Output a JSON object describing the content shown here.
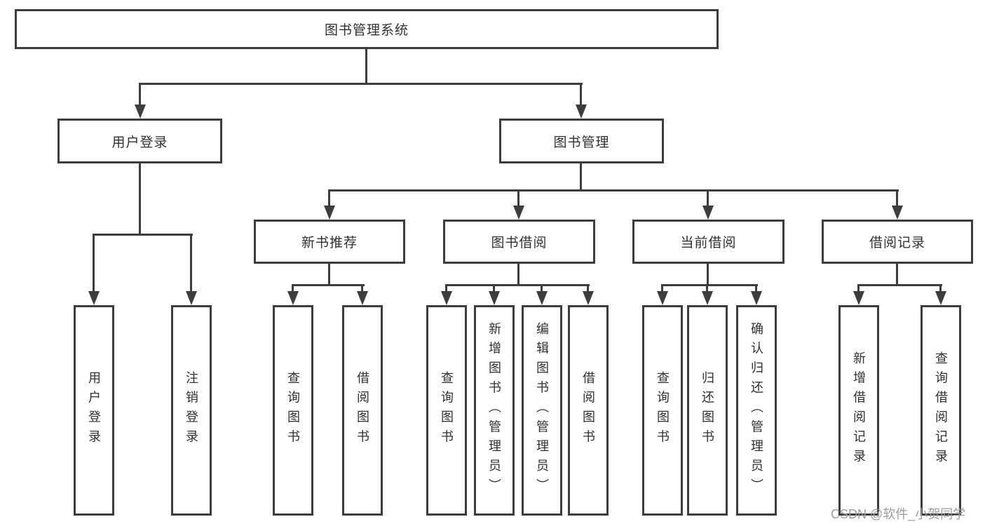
{
  "diagram": {
    "root": {
      "label": "图书管理系统"
    },
    "branches": [
      {
        "label": "用户登录",
        "children": [
          {
            "label": "用户登录"
          },
          {
            "label": "注销登录"
          }
        ]
      },
      {
        "label": "图书管理",
        "children": [
          {
            "label": "新书推荐",
            "children": [
              {
                "label": "查询图书"
              },
              {
                "label": "借阅图书"
              }
            ]
          },
          {
            "label": "图书借阅",
            "children": [
              {
                "label": "查询图书"
              },
              {
                "label": "新增图书（管理员）"
              },
              {
                "label": "编辑图书（管理员）"
              },
              {
                "label": "借阅图书"
              }
            ]
          },
          {
            "label": "当前借阅",
            "children": [
              {
                "label": "查询图书"
              },
              {
                "label": "归还图书"
              },
              {
                "label": "确认归还（管理员）"
              }
            ]
          },
          {
            "label": "借阅记录",
            "children": [
              {
                "label": "新增借阅记录"
              },
              {
                "label": "查询借阅记录"
              }
            ]
          }
        ]
      }
    ]
  },
  "watermark": {
    "text": "CSDN @软件_小贺同学"
  },
  "colors": {
    "line": "#3d3d3d",
    "text": "#303030",
    "watermark": "#9c9ca0",
    "background": "#ffffff"
  }
}
